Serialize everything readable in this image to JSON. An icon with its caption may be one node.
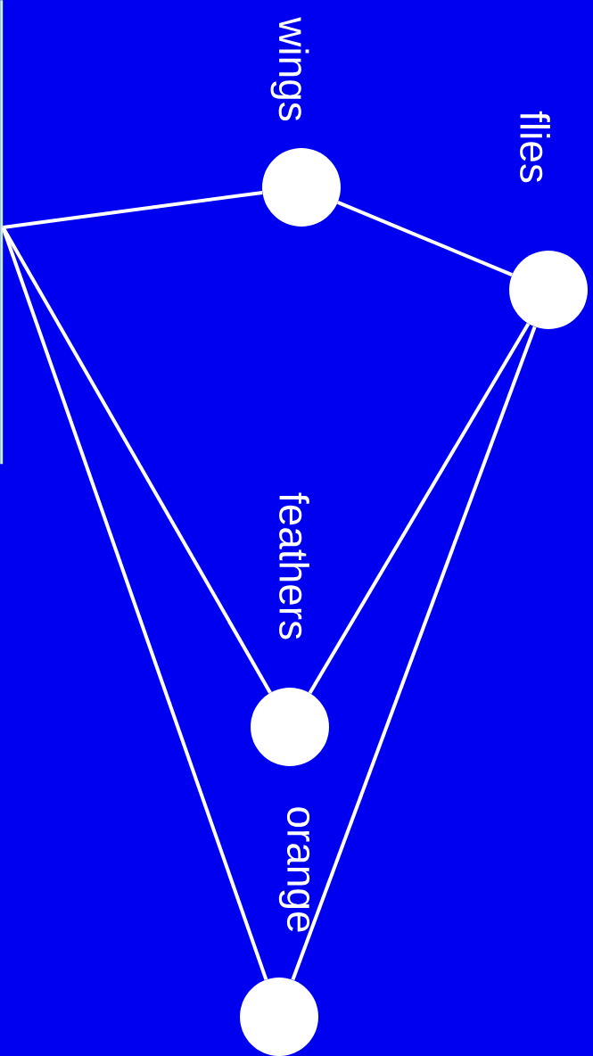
{
  "diagram": {
    "nodes": [
      {
        "text": [],
        "shape": "bar"
      },
      {
        "text": [
          "wings"
        ]
      },
      {
        "text": [
          "flies"
        ]
      },
      {
        "text": [
          "feathers"
        ]
      },
      {
        "text": [
          "orange"
        ]
      }
    ],
    "edges": [
      {
        "from": 0,
        "to": 1,
        "arrow": "none"
      },
      {
        "from": 0,
        "to": 3,
        "arrow": "none"
      },
      {
        "from": 0,
        "to": 4,
        "arrow": "none"
      },
      {
        "from": 2,
        "to": 1,
        "arrow": "none"
      },
      {
        "from": 2,
        "to": 3,
        "arrow": "none"
      },
      {
        "from": 2,
        "to": 4,
        "arrow": "none"
      }
    ]
  }
}
